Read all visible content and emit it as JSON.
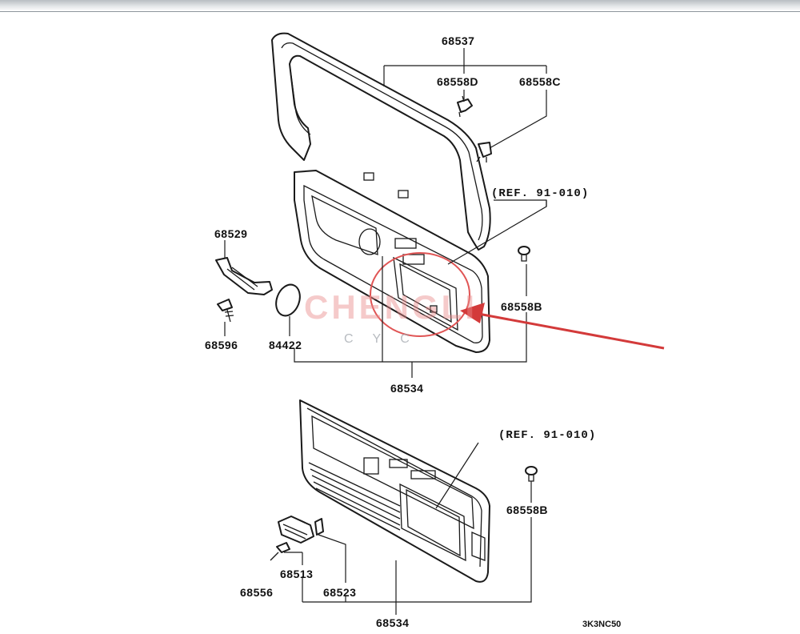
{
  "labels": {
    "p68537": "68537",
    "p68558D": "68558D",
    "p68558C": "68558C",
    "ref_top": "(REF. 91-010)",
    "p68529": "68529",
    "p68596": "68596",
    "p84422": "84422",
    "p68558B_top": "68558B",
    "p68534_top": "68534",
    "ref_bottom": "(REF. 91-010)",
    "p68558B_bottom": "68558B",
    "p68513": "68513",
    "p68556": "68556",
    "p68523": "68523",
    "p68534_bottom": "68534",
    "diagram_code": "3K3NC50"
  },
  "watermark": {
    "brand": "CHENGLI",
    "sub": "CYC",
    "color": "#e88a8a"
  },
  "colors": {
    "ink": "#1a1a1a",
    "arrow": "#d33a3a",
    "highlight_circle": "#e05555"
  }
}
